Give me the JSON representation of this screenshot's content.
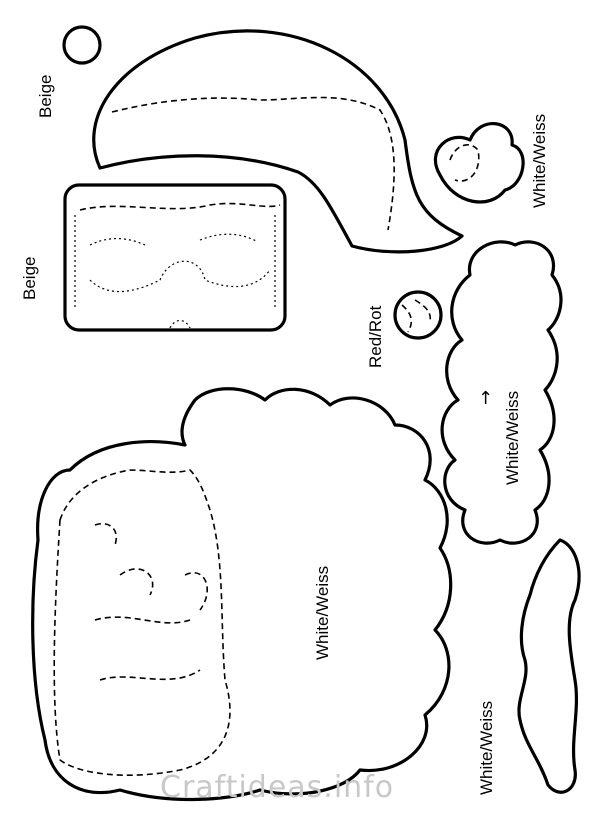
{
  "labels": {
    "circle_color": "Beige",
    "face_color": "Beige",
    "pompom_color": "White/Weiss",
    "nose_color": "Red/Rot",
    "hat_brim_color": "White/Weiss",
    "beard_color": "White/Weiss",
    "mustache_color": "White/Weiss"
  },
  "watermark": "Craftideas.info"
}
